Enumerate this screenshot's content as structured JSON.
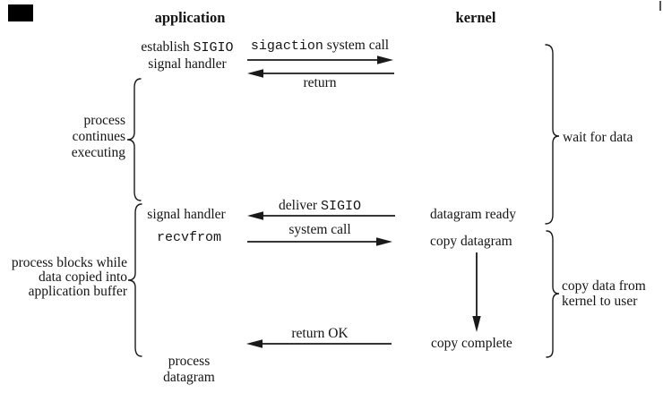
{
  "diagram": {
    "columns": {
      "application": "application",
      "kernel": "kernel"
    },
    "app": {
      "establish_prefix": "establish ",
      "establish_code": "SIGIO",
      "signal_handler_top": "signal handler",
      "signal_handler_mid": "signal handler",
      "recvfrom_code": "recvfrom",
      "process_datagram": [
        "process",
        "datagram"
      ]
    },
    "kernel_col": {
      "datagram_ready": "datagram ready",
      "copy_datagram": "copy datagram",
      "copy_complete": "copy complete"
    },
    "arrows": {
      "sigaction_code": "sigaction",
      "sigaction_text": " system call",
      "return_label": "return",
      "deliver_text": "deliver ",
      "deliver_code": "SIGIO",
      "system_call": "system call",
      "return_ok": "return OK"
    },
    "braces": {
      "continues": [
        "process",
        "continues",
        "executing"
      ],
      "blocks": [
        "process blocks while",
        "data copied into",
        "application buffer"
      ],
      "wait": "wait for data",
      "copy": [
        "copy data from",
        "kernel to user"
      ]
    },
    "ink_color": "#1a1a1a",
    "artifact_color": "#000000"
  }
}
